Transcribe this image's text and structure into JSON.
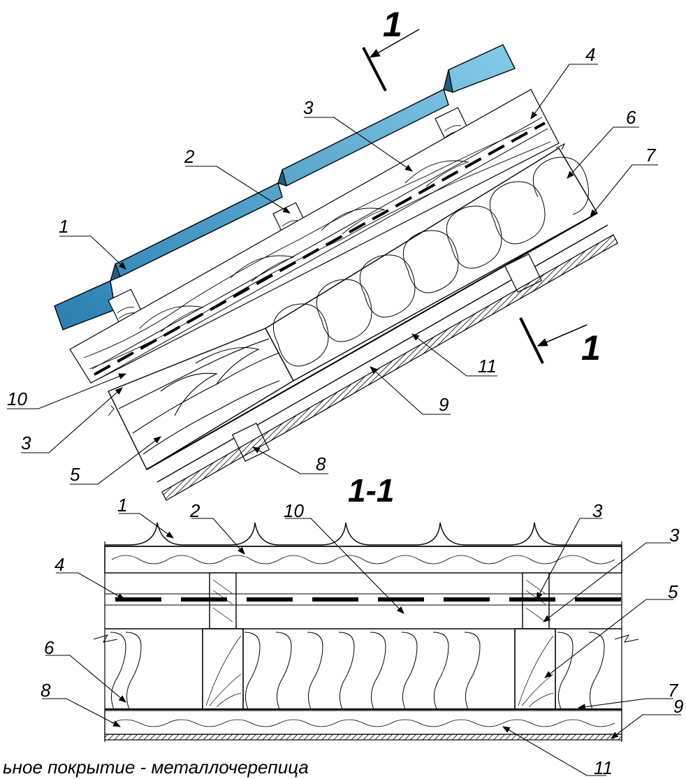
{
  "section_marker": "1",
  "section_title": "1-1",
  "callouts_top": [
    "1",
    "2",
    "3",
    "4",
    "6",
    "7",
    "10",
    "3",
    "5",
    "8",
    "9",
    "11"
  ],
  "callouts_section": [
    "1",
    "2",
    "10",
    "3",
    "3",
    "4",
    "5",
    "6",
    "7",
    "8",
    "9",
    "11"
  ],
  "caption": "ьное покрытие - металлочерепица",
  "colors": {
    "roofing": "#2f86b8",
    "roofing_light": "#7cc6e6",
    "ink": "#000000"
  }
}
